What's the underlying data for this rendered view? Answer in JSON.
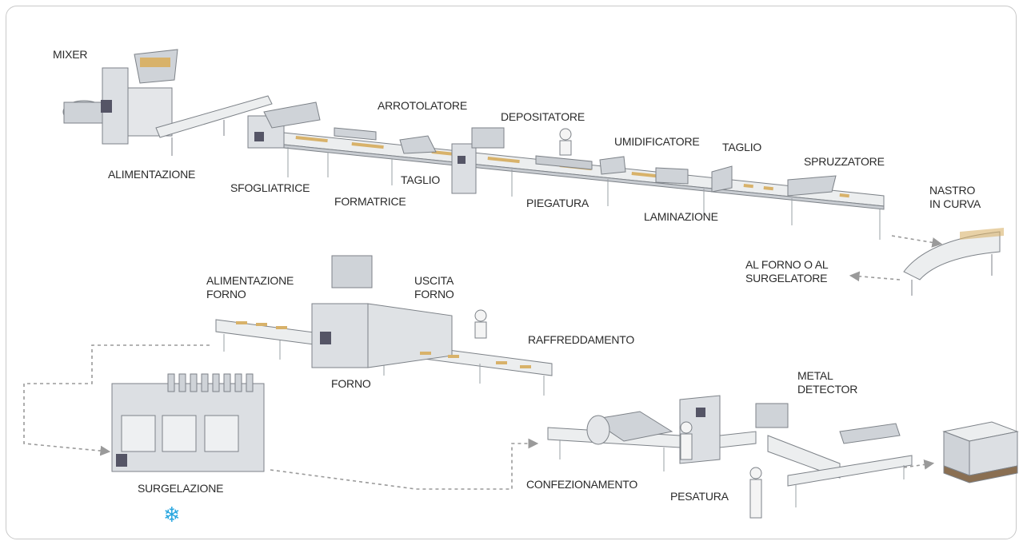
{
  "labels": {
    "mixer": "MIXER",
    "alimentazione": "ALIMENTAZIONE",
    "sfogliatrice": "SFOGLIATRICE",
    "formatrice": "FORMATRICE",
    "arrotolatore": "ARROTOLATORE",
    "taglio_1": "TAGLIO",
    "depositatore": "DEPOSITATORE",
    "piegatura": "PIEGATURA",
    "umidificatore": "UMIDIFICATORE",
    "taglio_2": "TAGLIO",
    "laminazione": "LAMINAZIONE",
    "spruzzatore": "SPRUZZATORE",
    "nastro_line1": "NASTRO",
    "nastro_line2": "IN CURVA",
    "al_forno_line1": "AL FORNO O AL",
    "al_forno_line2": "SURGELATORE",
    "alim_forno_line1": "ALIMENTAZIONE",
    "alim_forno_line2": "FORNO",
    "uscita_line1": "USCITA",
    "uscita_line2": "FORNO",
    "raffreddamento": "RAFFREDDAMENTO",
    "forno": "FORNO",
    "metal_line1": "METAL",
    "metal_line2": "DETECTOR",
    "surgelazione": "SURGELAZIONE",
    "confezionamento": "CONFEZIONAMENTO",
    "pesatura": "PESATURA"
  },
  "icons": {
    "freeze": "snowflake-icon"
  },
  "colors": {
    "line": "#8a8a8a",
    "machine": "#dcdfe3",
    "belt": "#eceeef",
    "accent": "#2aa7e0",
    "pastry": "#d8b26a"
  }
}
